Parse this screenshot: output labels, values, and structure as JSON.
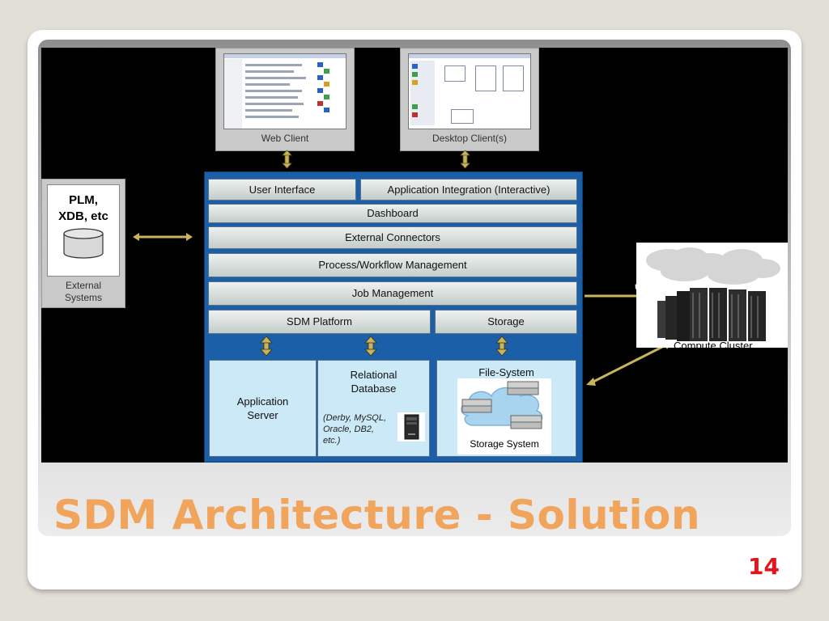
{
  "slide": {
    "title": "SDM Architecture - Solution",
    "page_number": "14"
  },
  "clients": {
    "web": "Web Client",
    "desktop": "Desktop Client(s)"
  },
  "external": {
    "name": "PLM,\nXDB, etc",
    "caption": "External\nSystems"
  },
  "layers": {
    "user_interface": "User Interface",
    "app_integration": "Application Integration (Interactive)",
    "dashboard": "Dashboard",
    "external_connectors": "External Connectors",
    "workflow": "Process/Workflow  Management",
    "job_management": "Job Management",
    "sdm_platform": "SDM Platform",
    "storage": "Storage"
  },
  "lower": {
    "app_server": "Application\nServer",
    "relational_db": "Relational\nDatabase",
    "db_examples": "(Derby, MySQL,\nOracle, DB2,\netc.)",
    "file_system": "File-System",
    "storage_system": "Storage System"
  },
  "cluster": {
    "caption": "Compute Cluster",
    "clipped_label": "ue"
  },
  "colors": {
    "core_blue": "#1a5fa8",
    "lower_fill": "#cbe9f6",
    "title_orange": "#f0a45c",
    "page_number_red": "#e3151a",
    "arrow_gold": "#c8b45a"
  }
}
